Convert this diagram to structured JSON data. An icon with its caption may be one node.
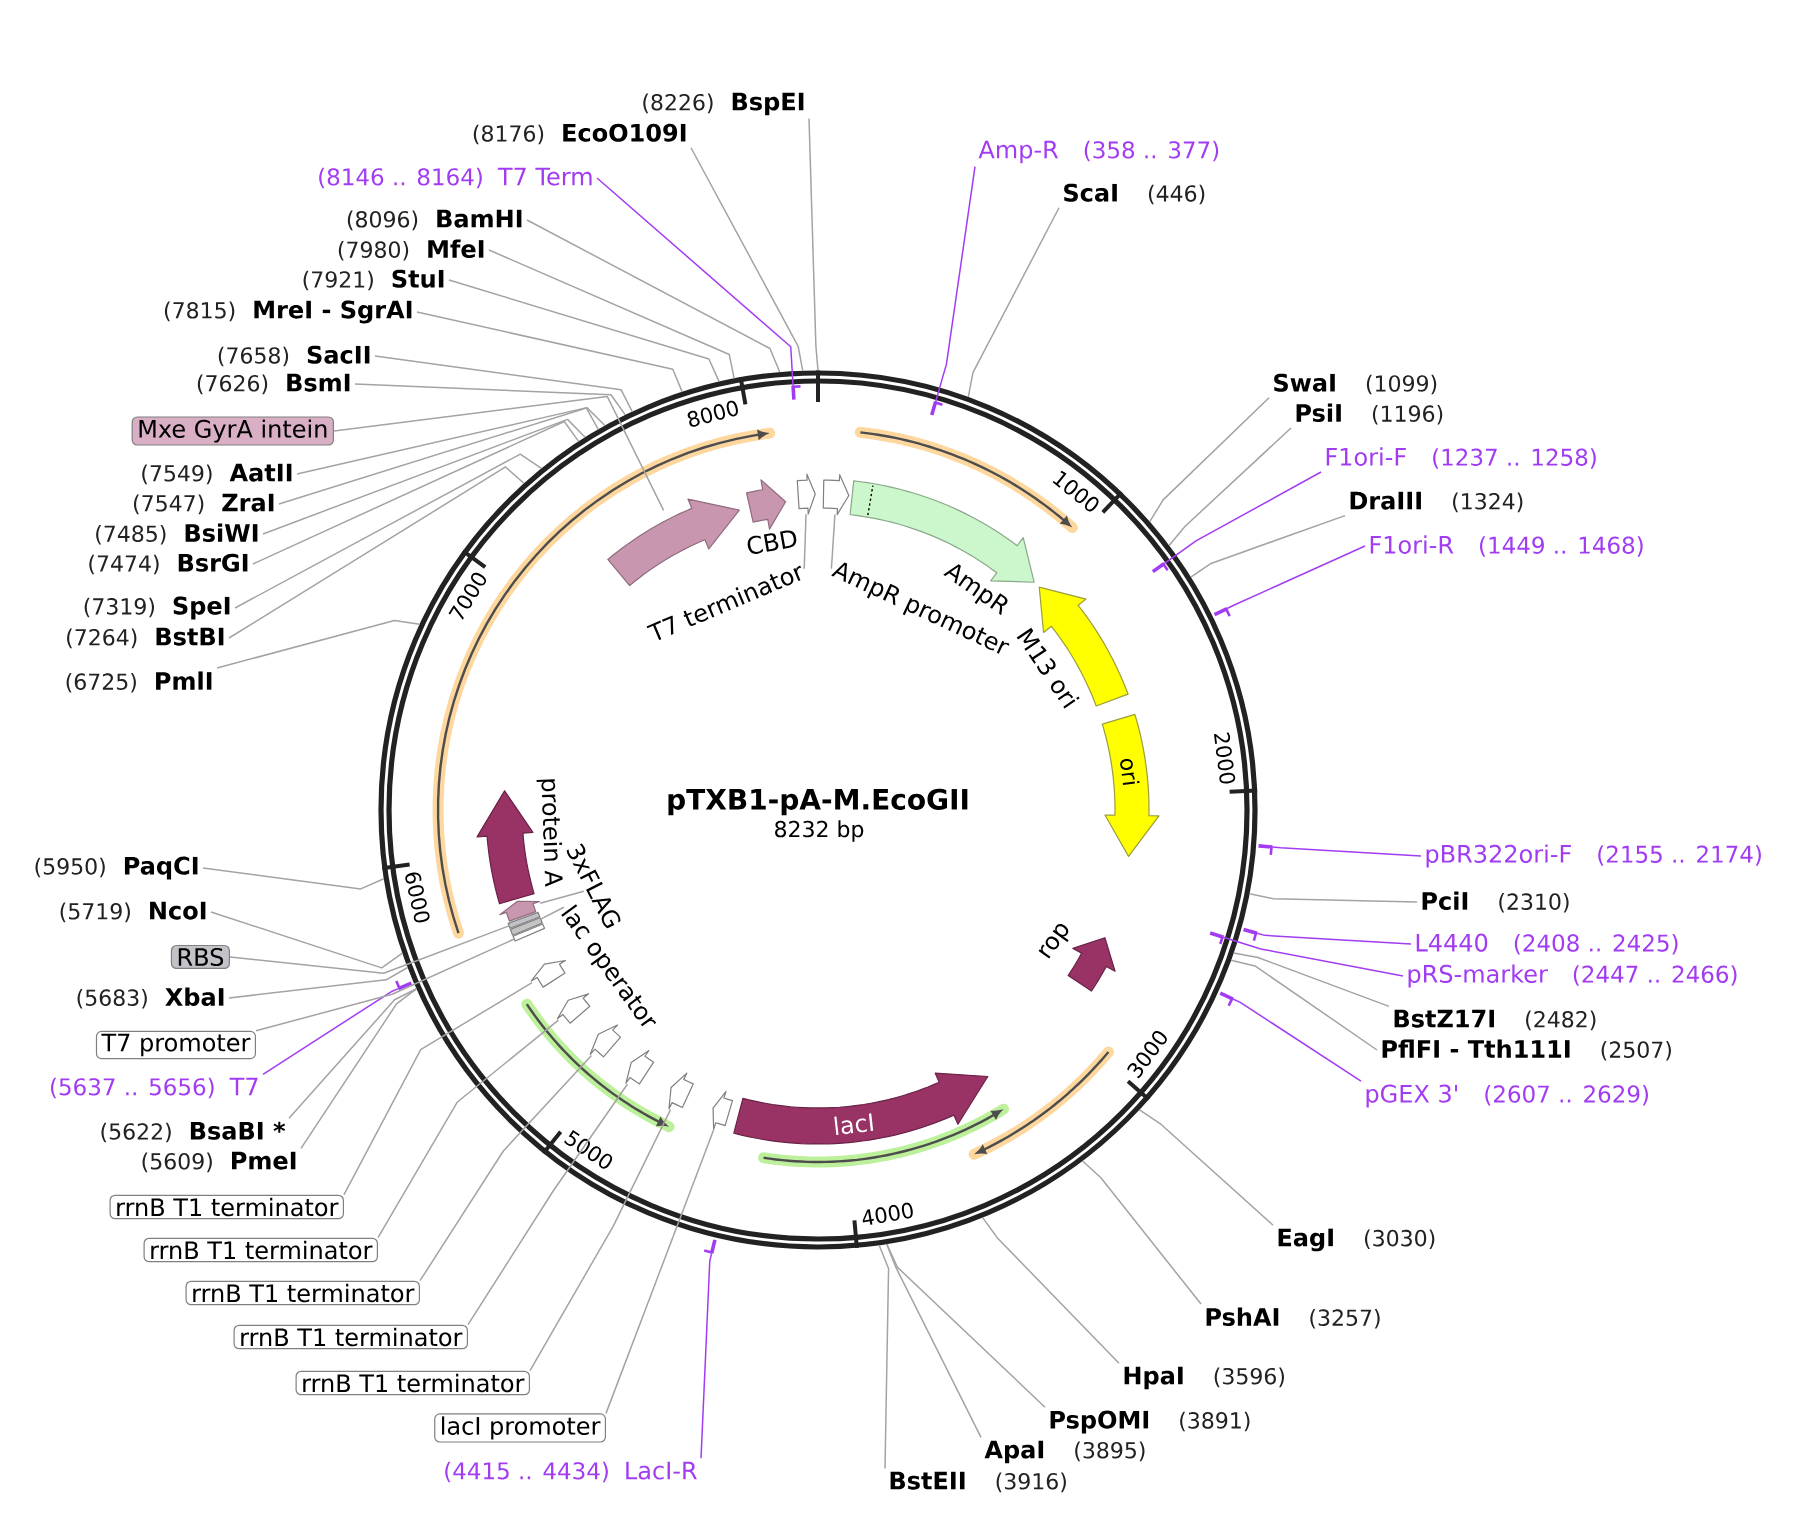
{
  "diagram": {
    "title": "pTXB1-pA-M.EcoGII",
    "nodes": [
      {
        "text": [],
        "shape": "circle"
      },
      {
        "text": [],
        "shape": "arrow",
        "in": 0
      },
      {
        "text": [],
        "shape": "arrow",
        "beside": [
          "CBD"
        ],
        "in": 0
      },
      {
        "text": [],
        "shape": "arrow",
        "in": 0
      },
      {
        "text": [],
        "shape": "arrow",
        "in": 0
      },
      {
        "text": [],
        "shape": "arrow",
        "beside": [
          "AmpR"
        ],
        "in": 0
      },
      {
        "text": [],
        "shape": "arrow",
        "beside": [
          "M13 ori"
        ],
        "in": 0
      },
      {
        "text": [
          "ori"
        ],
        "in": 0
      },
      {
        "text": [],
        "shape": "arrow",
        "beside": [
          "rop"
        ],
        "in": 0
      },
      {
        "text": [
          "lacI"
        ],
        "in": 0
      },
      {
        "text": [],
        "shape": "arrow",
        "in": 0
      },
      {
        "text": [],
        "shape": "arrow",
        "in": 0
      },
      {
        "text": [],
        "shape": "arrow",
        "in": 0
      },
      {
        "text": [],
        "shape": "arrow",
        "in": 0
      },
      {
        "text": [],
        "shape": "arrow",
        "in": 0
      },
      {
        "text": [],
        "shape": "arrow",
        "in": 0
      },
      {
        "text": [],
        "shape": "bar",
        "in": 0
      },
      {
        "text": [],
        "shape": "bar",
        "in": 0
      },
      {
        "text": [],
        "shape": "bar",
        "in": 0
      },
      {
        "text": [],
        "shape": "arrow",
        "in": 0
      },
      {
        "text": [],
        "shape": "arrow",
        "beside": [
          "protein A"
        ],
        "in": 0
      },
      {
        "text": [
          "T7 terminator"
        ],
        "in": 0
      },
      {
        "text": [
          "AmpR promoter"
        ],
        "in": 0
      },
      {
        "text": [
          "3xFLAG"
        ],
        "in": 0
      },
      {
        "text": [
          "lac operator"
        ],
        "in": 0
      },
      {
        "text": [
          "Amp-R",
          "(358 .. 377)"
        ]
      },
      {
        "text": [
          "ScaI",
          "(446)"
        ]
      },
      {
        "text": [
          "SwaI",
          "(1099)"
        ]
      },
      {
        "text": [
          "PsiI",
          "(1196)"
        ]
      },
      {
        "text": [
          "F1ori-F",
          "(1237 .. 1258)"
        ]
      },
      {
        "text": [
          "DraIII",
          "(1324)"
        ]
      },
      {
        "text": [
          "F1ori-R",
          "(1449 .. 1468)"
        ]
      },
      {
        "text": [
          "pBR322ori-F",
          "(2155 .. 2174)"
        ]
      },
      {
        "text": [
          "PciI",
          "(2310)"
        ]
      },
      {
        "text": [
          "L4440",
          "(2408 .. 2425)"
        ]
      },
      {
        "text": [
          "pRS-marker",
          "(2447 .. 2466)"
        ]
      },
      {
        "text": [
          "BstZ17I",
          "(2482)"
        ]
      },
      {
        "text": [
          "PflFI - Tth111I",
          "(2507)"
        ]
      },
      {
        "text": [
          "pGEX 3'",
          "(2607 .. 2629)"
        ]
      },
      {
        "text": [
          "EagI",
          "(3030)"
        ]
      },
      {
        "text": [
          "PshAI",
          "(3257)"
        ]
      },
      {
        "text": [
          "HpaI",
          "(3596)"
        ]
      },
      {
        "text": [
          "PspOMI",
          "(3891)"
        ]
      },
      {
        "text": [
          "ApaI",
          "(3895)"
        ]
      },
      {
        "text": [
          "BstEII",
          "(3916)"
        ]
      },
      {
        "text": [
          "(4415 .. 4434)",
          "LacI-R"
        ]
      },
      {
        "text": [
          "lacI promoter"
        ]
      },
      {
        "text": [
          "rrnB T1 terminator"
        ]
      },
      {
        "text": [
          "rrnB T1 terminator"
        ]
      },
      {
        "text": [
          "rrnB T1 terminator"
        ]
      },
      {
        "text": [
          "rrnB T1 terminator"
        ]
      },
      {
        "text": [
          "rrnB T1 terminator"
        ]
      },
      {
        "text": [
          "(5609)",
          "PmeI"
        ]
      },
      {
        "text": [
          "(5622)",
          "BsaBI *"
        ]
      },
      {
        "text": [
          "(5637 .. 5656)",
          "T7"
        ]
      },
      {
        "text": [
          "T7 promoter"
        ]
      },
      {
        "text": [
          "(5683)",
          "XbaI"
        ]
      },
      {
        "text": [
          "RBS"
        ]
      },
      {
        "text": [
          "(5719)",
          "NcoI"
        ]
      },
      {
        "text": [
          "(5950)",
          "PaqCI"
        ]
      },
      {
        "text": [
          "(6725)",
          "PmlI"
        ]
      },
      {
        "text": [
          "(7264)",
          "BstBI"
        ]
      },
      {
        "text": [
          "(7319)",
          "SpeI"
        ]
      },
      {
        "text": [
          "(7474)",
          "BsrGI"
        ]
      },
      {
        "text": [
          "(7485)",
          "BsiWI"
        ]
      },
      {
        "text": [
          "(7547)",
          "ZraI"
        ]
      },
      {
        "text": [
          "(7549)",
          "AatII"
        ]
      },
      {
        "text": [
          "Mxe GyrA intein"
        ]
      },
      {
        "text": [
          "(7626)",
          "BsmI"
        ]
      },
      {
        "text": [
          "(7658)",
          "SacII"
        ]
      },
      {
        "text": [
          "(7815)",
          "MreI - SgrAI"
        ]
      },
      {
        "text": [
          "(7921)",
          "StuI"
        ]
      },
      {
        "text": [
          "(7980)",
          "MfeI"
        ]
      },
      {
        "text": [
          "(8096)",
          "BamHI"
        ]
      },
      {
        "text": [
          "(8146 .. 8164)",
          "T7 Term"
        ]
      },
      {
        "text": [
          "(8176)",
          "EcoO109I"
        ]
      },
      {
        "text": [
          "(8226)",
          "BspEI"
        ]
      },
      {
        "text": [],
        "shape": "arrow",
        "in": 0
      },
      {
        "text": [],
        "shape": "arrow",
        "in": 0
      },
      {
        "text": [],
        "shape": "arrow"
      },
      {
        "text": [],
        "shape": "arrow"
      },
      {
        "text": [],
        "shape": "arrow"
      },
      {
        "text": [],
        "shape": "arrow",
        "in": 0
      },
      {
        "text": [],
        "shape": "arrow"
      },
      {
        "text": [],
        "shape": "arrow"
      },
      {
        "text": [],
        "shape": "arrow"
      },
      {
        "text": [],
        "shape": "arrow",
        "in": 0
      }
    ],
    "edges": [
      {
        "from": 21,
        "to": 3,
        "arrow": "none"
      },
      {
        "from": 22,
        "to": 4,
        "arrow": "none"
      },
      {
        "from": 23,
        "to": 19,
        "arrow": "none"
      },
      {
        "from": 24,
        "to": 17,
        "arrow": "none"
      },
      {
        "from": 25,
        "to": 77,
        "arrow": "none",
        "color": "#a23cf2"
      },
      {
        "from": 26,
        "to": 0,
        "arrow": "none"
      },
      {
        "from": 27,
        "to": 0,
        "arrow": "none"
      },
      {
        "from": 28,
        "to": 0,
        "arrow": "none"
      },
      {
        "from": 29,
        "to": 78,
        "arrow": "none",
        "color": "#a23cf2"
      },
      {
        "from": 30,
        "to": 0,
        "arrow": "none"
      },
      {
        "from": 31,
        "to": 79,
        "arrow": "none",
        "color": "#a23cf2"
      },
      {
        "from": 32,
        "to": 80,
        "arrow": "none",
        "color": "#a23cf2"
      },
      {
        "from": 33,
        "to": 0,
        "arrow": "none"
      },
      {
        "from": 34,
        "to": 81,
        "arrow": "none",
        "color": "#a23cf2"
      },
      {
        "from": 35,
        "to": 82,
        "arrow": "none",
        "color": "#a23cf2"
      },
      {
        "from": 36,
        "to": 0,
        "arrow": "none"
      },
      {
        "from": 37,
        "to": 0,
        "arrow": "none"
      },
      {
        "from": 38,
        "to": 83,
        "arrow": "none",
        "color": "#a23cf2"
      },
      {
        "from": 39,
        "to": 0,
        "arrow": "none"
      },
      {
        "from": 40,
        "to": 0,
        "arrow": "none"
      },
      {
        "from": 41,
        "to": 0,
        "arrow": "none"
      },
      {
        "from": 42,
        "to": 0,
        "arrow": "none"
      },
      {
        "from": 43,
        "to": 0,
        "arrow": "none"
      },
      {
        "from": 44,
        "to": 0,
        "arrow": "none"
      },
      {
        "from": 45,
        "to": 84,
        "arrow": "none",
        "color": "#a23cf2"
      },
      {
        "from": 46,
        "to": 15,
        "arrow": "none"
      },
      {
        "from": 47,
        "to": 10,
        "arrow": "none"
      },
      {
        "from": 48,
        "to": 11,
        "arrow": "none"
      },
      {
        "from": 49,
        "to": 12,
        "arrow": "none"
      },
      {
        "from": 50,
        "to": 13,
        "arrow": "none"
      },
      {
        "from": 51,
        "to": 14,
        "arrow": "none"
      },
      {
        "from": 52,
        "to": 0,
        "arrow": "none"
      },
      {
        "from": 53,
        "to": 0,
        "arrow": "none"
      },
      {
        "from": 54,
        "to": 85,
        "arrow": "none",
        "color": "#a23cf2"
      },
      {
        "from": 55,
        "to": 16,
        "arrow": "none"
      },
      {
        "from": 56,
        "to": 0,
        "arrow": "none"
      },
      {
        "from": 57,
        "to": 18,
        "arrow": "none"
      },
      {
        "from": 58,
        "to": 0,
        "arrow": "none"
      },
      {
        "from": 59,
        "to": 0,
        "arrow": "none"
      },
      {
        "from": 60,
        "to": 0,
        "arrow": "none"
      },
      {
        "from": 61,
        "to": 0,
        "arrow": "none"
      },
      {
        "from": 62,
        "to": 0,
        "arrow": "none"
      },
      {
        "from": 63,
        "to": 0,
        "arrow": "none"
      },
      {
        "from": 64,
        "to": 0,
        "arrow": "none"
      },
      {
        "from": 65,
        "to": 0,
        "arrow": "none"
      },
      {
        "from": 66,
        "to": 0,
        "arrow": "none"
      },
      {
        "from": 67,
        "to": 1,
        "arrow": "none"
      },
      {
        "from": 68,
        "to": 0,
        "arrow": "none"
      },
      {
        "from": 69,
        "to": 0,
        "arrow": "none"
      },
      {
        "from": 70,
        "to": 0,
        "arrow": "none"
      },
      {
        "from": 71,
        "to": 0,
        "arrow": "none"
      },
      {
        "from": 72,
        "to": 0,
        "arrow": "none"
      },
      {
        "from": 73,
        "to": 0,
        "arrow": "none"
      },
      {
        "from": 74,
        "to": 86,
        "arrow": "none",
        "color": "#a23cf2"
      },
      {
        "from": 75,
        "to": 0,
        "arrow": "none"
      },
      {
        "from": 76,
        "to": 0,
        "arrow": "none"
      }
    ],
    "labels": [
      "8232 bp",
      "1000",
      "2000",
      "3000",
      "4000",
      "5000",
      "6000",
      "7000",
      "8000"
    ]
  }
}
